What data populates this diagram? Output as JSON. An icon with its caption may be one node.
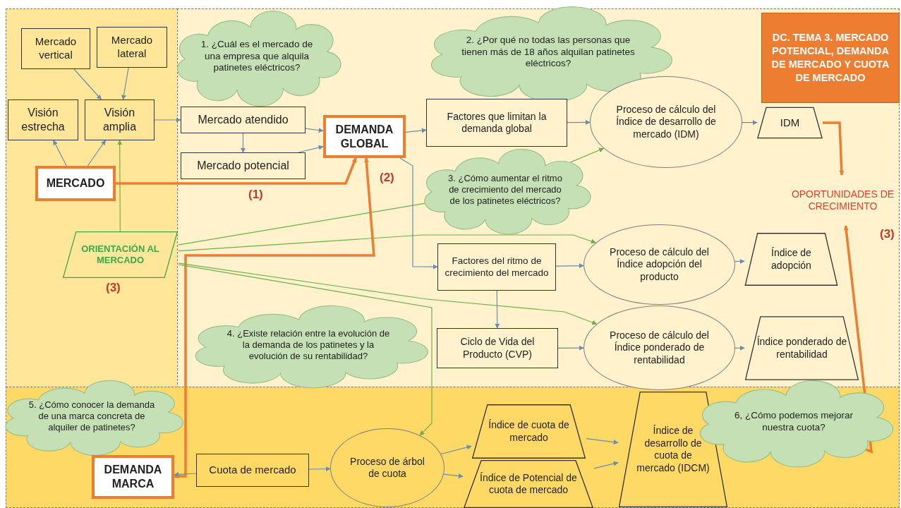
{
  "diagram": {
    "title": "DC. TEMA 3. MERCADO POTENCIAL, DEMANDA DE MERCADO Y CUOTA DE MERCADO",
    "nodes": [
      {
        "text": [
          "Mercado vertical"
        ]
      },
      {
        "text": [
          "Mercado lateral"
        ]
      },
      {
        "text": [
          "Visión estrecha"
        ]
      },
      {
        "text": [
          "Visión amplia"
        ]
      },
      {
        "text": [
          "MERCADO"
        ]
      },
      {
        "text": [
          "1. ¿Cuál es el mercado de una empresa que alquila patinetes eléctricos?"
        ]
      },
      {
        "text": [
          "Mercado atendido"
        ]
      },
      {
        "text": [
          "Mercado potencial"
        ]
      },
      {
        "text": [
          "DEMANDA GLOBAL"
        ]
      },
      {
        "text": [
          "2. ¿Por qué no todas las personas que tienen más de 18 años alquilan patinetes eléctricos?"
        ]
      },
      {
        "text": [
          "Factores que limitan la demanda global"
        ]
      },
      {
        "text": [
          "Proceso de cálculo del Índice de desarrollo de mercado (IDM)"
        ]
      },
      {
        "text": [
          "IDM"
        ]
      },
      {
        "text": [
          "3. ¿Cómo aumentar el ritmo de crecimiento del mercado de los patinetes eléctricos?"
        ]
      },
      {
        "text": [
          "ORIENTACIÓN AL MERCADO"
        ],
        "beside": [
          "(3)"
        ]
      },
      {
        "text": [
          "OPORTUNIDADES DE CRECIMIENTO"
        ]
      },
      {
        "text": [
          "Factores del ritmo de crecimiento del mercado"
        ]
      },
      {
        "text": [
          "Proceso de cálculo del Índice adopción del producto"
        ]
      },
      {
        "text": [
          "Índice de adopción"
        ]
      },
      {
        "text": [
          "4. ¿Existe relación entre la evolución de la demanda de los patinetes y la evolución de su rentabilidad?"
        ]
      },
      {
        "text": [
          "Ciclo de Vida del Producto (CVP)"
        ]
      },
      {
        "text": [
          "Proceso de cálculo del Índice ponderado de rentabilidad"
        ]
      },
      {
        "text": [
          "Índice ponderado de rentabilidad"
        ]
      },
      {
        "text": [
          "5. ¿Cómo conocer la demanda de una marca concreta de alquiler de patinetes?"
        ]
      },
      {
        "text": [
          "DEMANDA MARCA"
        ]
      },
      {
        "text": [
          "Cuota de mercado"
        ]
      },
      {
        "text": [
          "Proceso de árbol de cuota"
        ]
      },
      {
        "text": [
          "Índice de cuota de mercado"
        ]
      },
      {
        "text": [
          "Índice de Potencial de cuota de mercado"
        ]
      },
      {
        "text": [
          "Índice de desarrollo de cuota de mercado (IDCM)"
        ]
      },
      {
        "text": [
          "6, ¿Cómo podemos mejorar nuestra cuota?"
        ]
      }
    ],
    "edges": [
      {
        "from": 0,
        "to": 3,
        "arrow": "to"
      },
      {
        "from": 1,
        "to": 3,
        "arrow": "to"
      },
      {
        "from": 4,
        "to": 2,
        "arrow": "to"
      },
      {
        "from": 4,
        "to": 3,
        "arrow": "to"
      },
      {
        "from": 14,
        "to": 3,
        "arrow": "to",
        "color": "#70ad47"
      },
      {
        "from": 3,
        "to": 6,
        "arrow": "to"
      },
      {
        "from": 6,
        "to": 7,
        "arrow": "to"
      },
      {
        "from": 6,
        "to": 8,
        "arrow": "to"
      },
      {
        "from": 7,
        "to": 8,
        "arrow": "to"
      },
      {
        "from": 8,
        "to": 10,
        "arrow": "to"
      },
      {
        "from": 10,
        "to": 11,
        "arrow": "to"
      },
      {
        "from": 11,
        "to": 12,
        "arrow": "to"
      },
      {
        "from": 4,
        "to": 8,
        "arrow": "to",
        "label": "(1)",
        "style": "thick",
        "color": "#ed7d31"
      },
      {
        "from": 24,
        "to": 8,
        "arrow": "both",
        "label": "(2)",
        "style": "thick",
        "color": "#ed7d31"
      },
      {
        "from": 12,
        "to": 15,
        "arrow": "to",
        "style": "thick",
        "color": "#ed7d31"
      },
      {
        "from": 30,
        "to": 15,
        "arrow": "to",
        "label": "(3)",
        "style": "thick",
        "color": "#ed7d31"
      },
      {
        "from": 13,
        "to": 11,
        "arrow": "to",
        "color": "#70ad47"
      },
      {
        "from": 14,
        "to": 13,
        "arrow": "none",
        "color": "#70ad47"
      },
      {
        "from": 14,
        "to": 17,
        "arrow": "to",
        "color": "#70ad47"
      },
      {
        "from": 14,
        "to": 21,
        "arrow": "to",
        "color": "#70ad47"
      },
      {
        "from": 14,
        "to": 26,
        "arrow": "to",
        "color": "#70ad47"
      },
      {
        "from": 8,
        "to": 16,
        "arrow": "to"
      },
      {
        "from": 16,
        "to": 17,
        "arrow": "to"
      },
      {
        "from": 17,
        "to": 18,
        "arrow": "to"
      },
      {
        "from": 16,
        "to": 20,
        "arrow": "to"
      },
      {
        "from": 20,
        "to": 21,
        "arrow": "to"
      },
      {
        "from": 21,
        "to": 22,
        "arrow": "to"
      },
      {
        "from": 25,
        "to": 24,
        "arrow": "to"
      },
      {
        "from": 25,
        "to": 26,
        "arrow": "to"
      },
      {
        "from": 26,
        "to": 27,
        "arrow": "to"
      },
      {
        "from": 26,
        "to": 28,
        "arrow": "to"
      },
      {
        "from": 27,
        "to": 29,
        "arrow": "to"
      },
      {
        "from": 28,
        "to": 29,
        "arrow": "to"
      }
    ]
  }
}
